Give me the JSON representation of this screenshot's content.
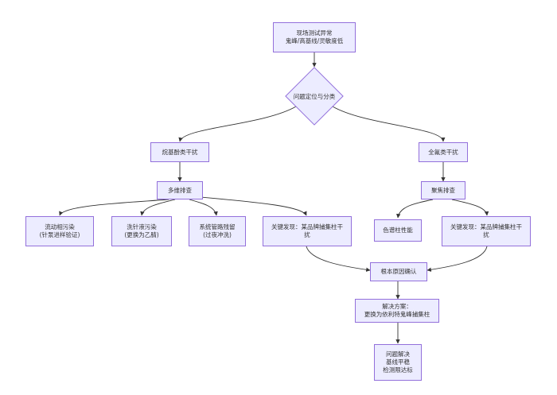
{
  "nodes": {
    "start": [
      "现场测试异常",
      "鬼峰/高基线/灵敏度低"
    ],
    "decision": "问题定位与分类",
    "left_branch": "烷基酚类干扰",
    "right_branch": "全氟类干扰",
    "left_check": "多维排查",
    "right_check": "聚焦排查",
    "check_mobile": [
      "流动相污染",
      "(针泵进样验证)"
    ],
    "check_needle": [
      "洗针液污染",
      "(更换为乙腈)"
    ],
    "check_pipeline": [
      "系统管路残留",
      "(过夜冲洗)"
    ],
    "left_finding": [
      "关键发现：某品牌捕集柱干",
      "扰"
    ],
    "check_column": "色谱柱性能",
    "right_finding": [
      "关键发现：某品牌捕集柱干",
      "扰"
    ],
    "root_cause": "根本原因确认",
    "solution": [
      "解决方案：",
      "更换为依利特鬼峰捕集柱"
    ],
    "result": [
      "问题解决",
      "基线平稳",
      "检测限达标"
    ]
  }
}
